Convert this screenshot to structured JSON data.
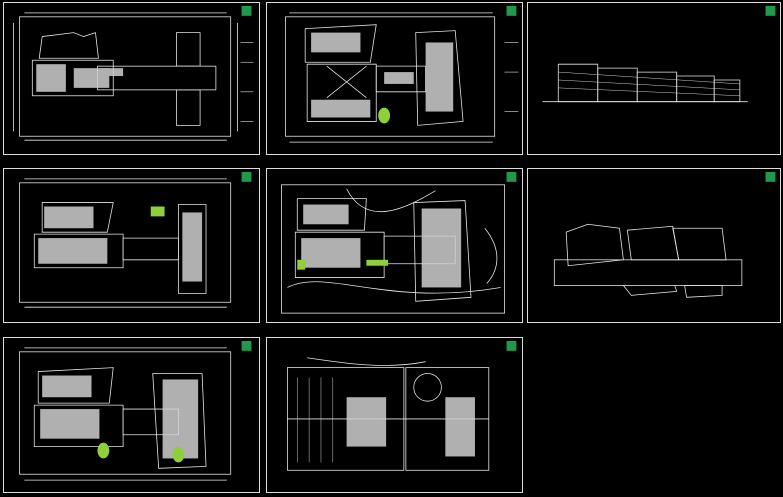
{
  "sheets": [
    {
      "id": "1",
      "kind": "floor-outline"
    },
    {
      "id": "2",
      "kind": "floor-plan"
    },
    {
      "id": "3",
      "kind": "elevation"
    },
    {
      "id": "4",
      "kind": "floor-plan"
    },
    {
      "id": "5",
      "kind": "site-plan"
    },
    {
      "id": "6",
      "kind": "roof-outline"
    },
    {
      "id": "7",
      "kind": "floor-plan"
    },
    {
      "id": "8",
      "kind": "basement-plan"
    }
  ],
  "colors": {
    "background": "#000000",
    "lines": "#e6e6e6",
    "dim_lines": "#cfcfcf",
    "accent_green": "#1f9a4a",
    "hatch": "#8fcf3a"
  },
  "icons": [
    "north-arrow-icon",
    "title-stamp-icon"
  ]
}
